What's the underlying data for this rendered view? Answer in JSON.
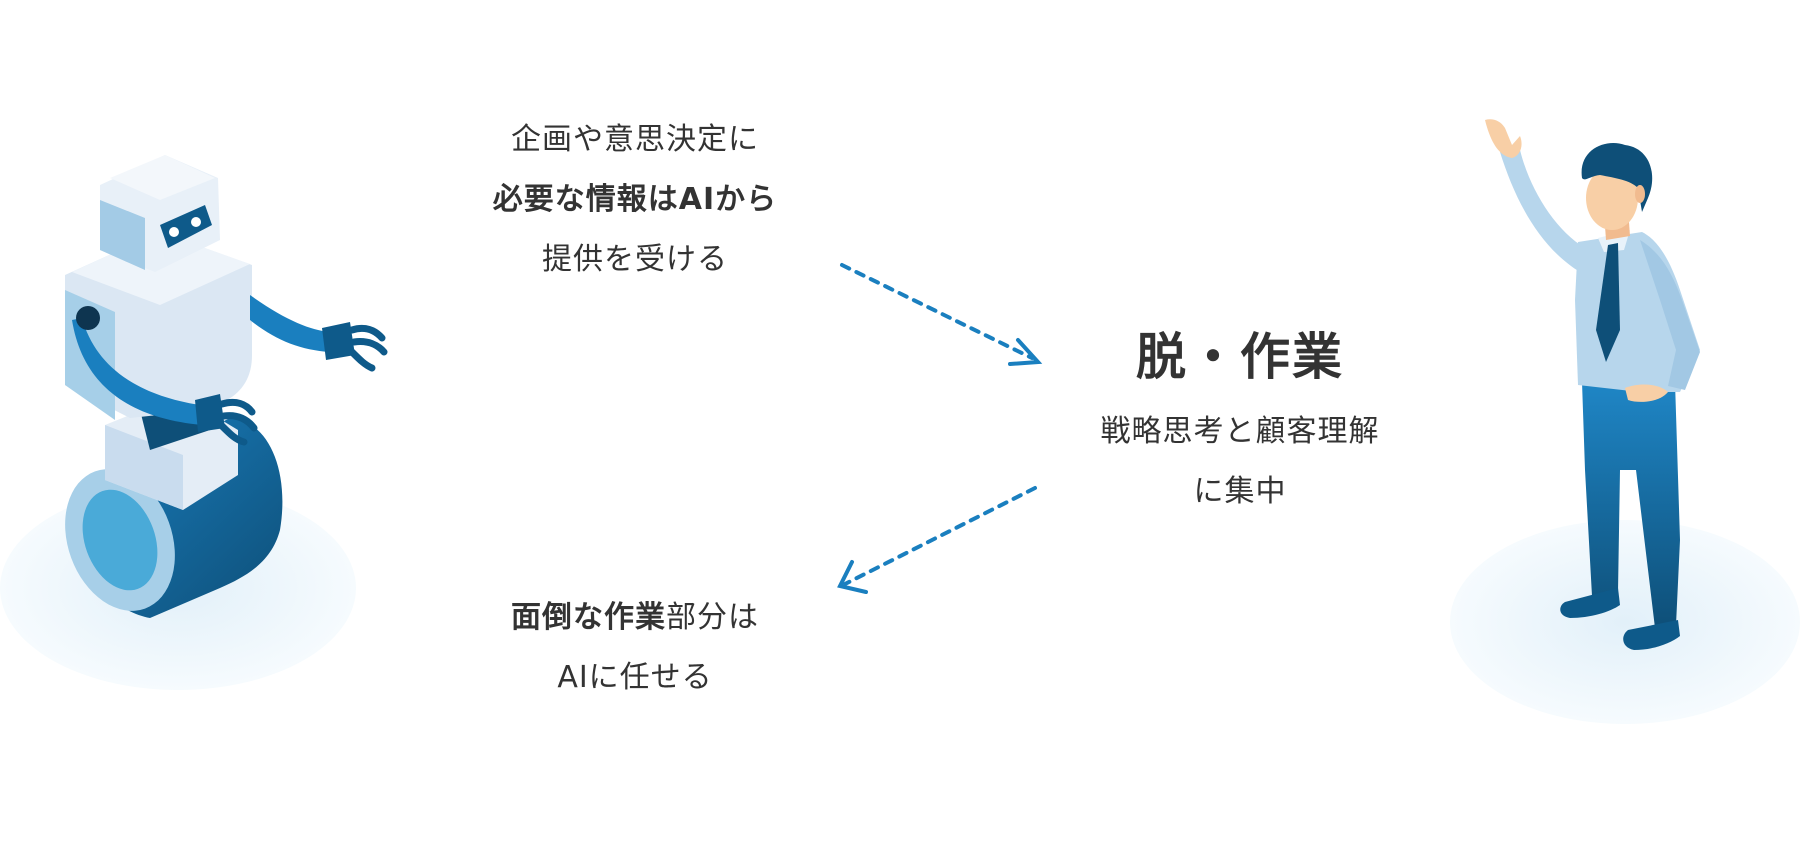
{
  "top_text": {
    "line1": "企画や意思決定に",
    "line2": "必要な情報はAIから",
    "line3": "提供を受ける"
  },
  "center_text": {
    "headline": "脱・作業",
    "line1": "戦略思考と顧客理解",
    "line2": "に集中"
  },
  "bottom_text": {
    "line1_bold": "面倒な作業",
    "line1_rest": "部分は",
    "line2": "AIに任せる"
  },
  "colors": {
    "accent_blue": "#1a7fbf",
    "dark_blue": "#0e4f78",
    "light_blue": "#b7d6ec",
    "pale_blue": "#e6f2fa",
    "text": "#333333"
  }
}
